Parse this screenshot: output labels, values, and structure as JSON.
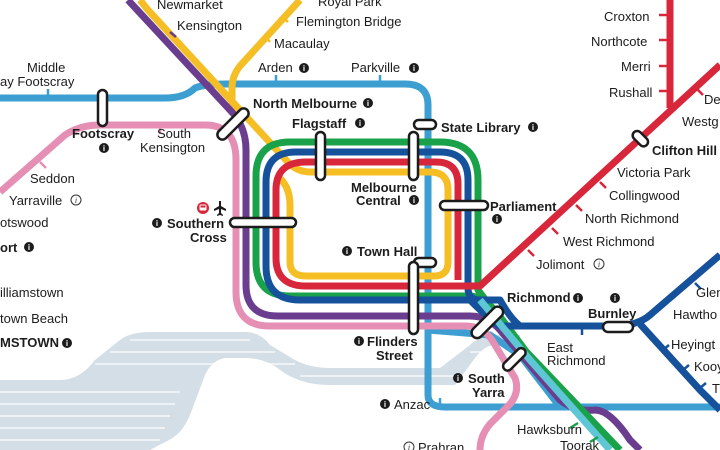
{
  "colors": {
    "blue_light": "#3d9fd1",
    "yellow": "#f5be25",
    "purple": "#6a3d8e",
    "pink": "#e68fb5",
    "green": "#1aa24a",
    "navy": "#16519c",
    "red": "#d8263a",
    "cyan": "#5fc6d6",
    "water": "#cdd9e2"
  },
  "stations": {
    "royal_park": "Royal Park",
    "newmarket": "Newmarket",
    "kensington": "Kensington",
    "flemington_bridge": "Flemington Bridge",
    "macaulay": "Macaulay",
    "arden": "Arden",
    "parkville": "Parkville",
    "middle_footscray_1": "Middle",
    "middle_footscray_2": "ay Footscray",
    "north_melbourne": "North Melbourne",
    "flagstaff": "Flagstaff",
    "state_library": "State Library",
    "footscray": "Footscray",
    "south_kensington_1": "South",
    "south_kensington_2": "Kensington",
    "melbourne_central_1": "Melbourne",
    "melbourne_central_2": "Central",
    "parliament": "Parliament",
    "seddon": "Seddon",
    "yarraville": "Yarraville",
    "spotswood": "otswood",
    "newport": "ort",
    "southern_cross_1": "Southern",
    "southern_cross_2": "Cross",
    "town_hall": "Town Hall",
    "williamstown": "illiamstown",
    "williamstown_beach": "town Beach",
    "williamstown_terminus": "MSTOWN",
    "flinders_street_1": "Flinders",
    "flinders_street_2": "Street",
    "richmond": "Richmond",
    "east_richmond_1": "East",
    "east_richmond_2": "Richmond",
    "burnley": "Burnley",
    "south_yarra_1": "South",
    "south_yarra_2": "Yarra",
    "anzac": "Anzac",
    "hawksburn": "Hawksburn",
    "toorak": "Toorak",
    "prahran": "Prahran",
    "croxton": "Croxton",
    "northcote": "Northcote",
    "merri": "Merri",
    "rushall": "Rushall",
    "dennis": "De",
    "westgarth": "Westg",
    "clifton_hill": "Clifton Hill",
    "victoria_park": "Victoria Park",
    "collingwood": "Collingwood",
    "north_richmond": "North Richmond",
    "west_richmond": "West Richmond",
    "jolimont": "Jolimont",
    "glenferrie": "Glen",
    "hawthorn": "Hawtho",
    "heyington": "Heyingt",
    "kooyong": "Kooy",
    "tooronga": "T"
  },
  "icons": {
    "info": "i",
    "train": "train-icon",
    "airport": "airport-icon"
  }
}
